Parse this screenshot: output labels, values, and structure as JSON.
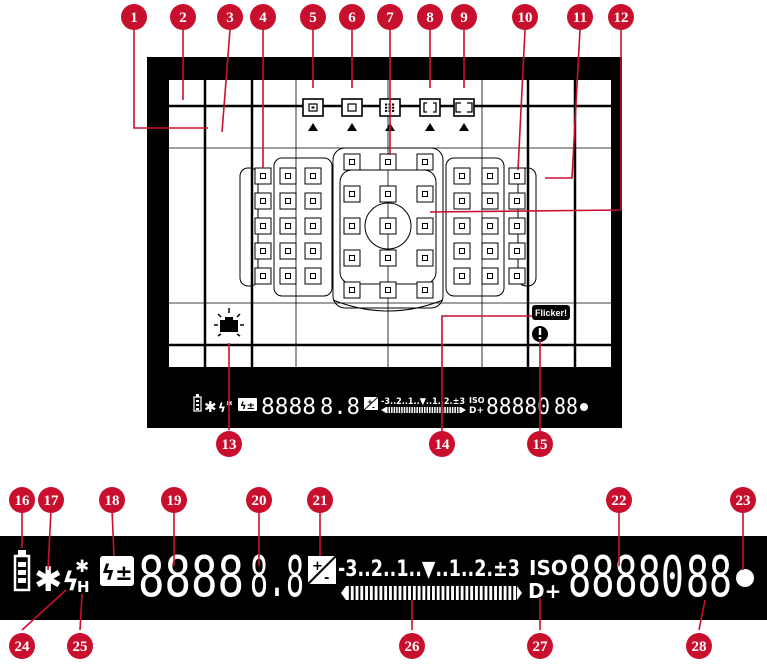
{
  "callouts_top": [
    "1",
    "2",
    "3",
    "4",
    "5",
    "6",
    "7",
    "8",
    "9",
    "10",
    "11",
    "12"
  ],
  "callouts_mid": [
    "13",
    "14",
    "15"
  ],
  "callouts_bottom_top": [
    "16",
    "17",
    "18",
    "19",
    "20",
    "21",
    "22",
    "23"
  ],
  "callouts_bottom_low": [
    "24",
    "25",
    "26",
    "27",
    "28"
  ],
  "viewfinder": {
    "warning_label": "Flicker!",
    "lcd": {
      "digits_a": "8888",
      "digits_b": "8.8",
      "scale_label": "-3..2..1..▼..1..2.±3",
      "iso_label": "ISO",
      "dplus_label": "D+",
      "digits_c": "88880",
      "digits_d": "88"
    }
  },
  "bottom_lcd": {
    "digits_a": "8888",
    "digits_b": "8.8",
    "scale_label": "-3..2..1..▼..1..2.±3",
    "iso_label": "ISO",
    "dplus_label": "D+",
    "digits_c": "88880",
    "digits_d": "88",
    "h_label": "H"
  },
  "colors": {
    "callout": "#c8102e",
    "screen": "#000000",
    "frame_line": "#ffffff"
  },
  "icons": [
    "battery-icon",
    "ae-lock-icon",
    "flash-icon",
    "flash-comp-icon",
    "exposure-comp-icon",
    "camera-warning-icon",
    "warning-icon",
    "dot-indicator-icon"
  ]
}
